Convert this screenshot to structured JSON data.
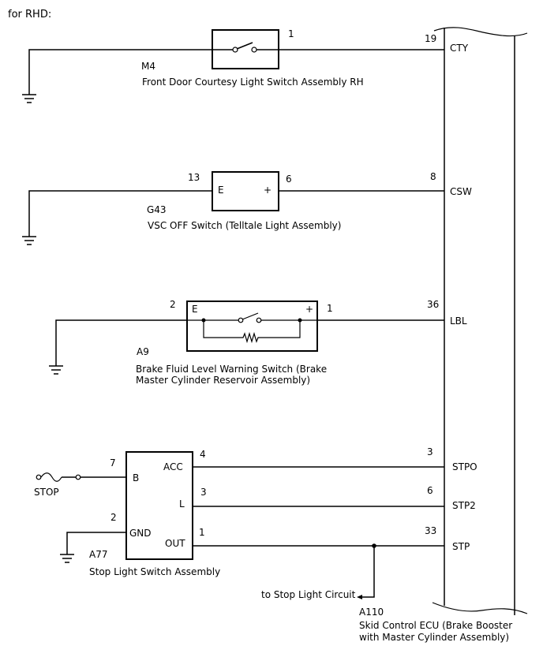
{
  "header": {
    "title": "for RHD:"
  },
  "ecu": {
    "code": "A110",
    "name_line1": "Skid Control ECU (Brake Booster",
    "name_line2": "with Master Cylinder Assembly)",
    "pins": [
      {
        "num": "19",
        "label": "CTY"
      },
      {
        "num": "8",
        "label": "CSW"
      },
      {
        "num": "36",
        "label": "LBL"
      },
      {
        "num": "3",
        "label": "STPO"
      },
      {
        "num": "6",
        "label": "STP2"
      },
      {
        "num": "33",
        "label": "STP"
      }
    ]
  },
  "m4": {
    "code": "M4",
    "name": "Front Door Courtesy Light Switch Assembly RH",
    "pin": "1"
  },
  "g43": {
    "code": "G43",
    "name": "VSC OFF Switch (Telltale Light Assembly)",
    "pin_e": "13",
    "pin_plus": "6",
    "term_e": "E",
    "term_plus": "+"
  },
  "a9": {
    "code": "A9",
    "name_line1": "Brake Fluid Level Warning Switch (Brake",
    "name_line2": "Master Cylinder Reservoir Assembly)",
    "pin_e": "2",
    "pin_plus": "1",
    "term_e": "E",
    "term_plus": "+"
  },
  "a77": {
    "code": "A77",
    "name": "Stop Light Switch Assembly",
    "terms": {
      "b": "B",
      "gnd": "GND",
      "acc": "ACC",
      "l": "L",
      "out": "OUT"
    },
    "pins": {
      "b": "7",
      "gnd": "2",
      "acc": "4",
      "l": "3",
      "out": "1"
    }
  },
  "stop_fuse": {
    "label": "STOP"
  },
  "stop_light_circuit": {
    "label": "to Stop Light Circuit"
  }
}
